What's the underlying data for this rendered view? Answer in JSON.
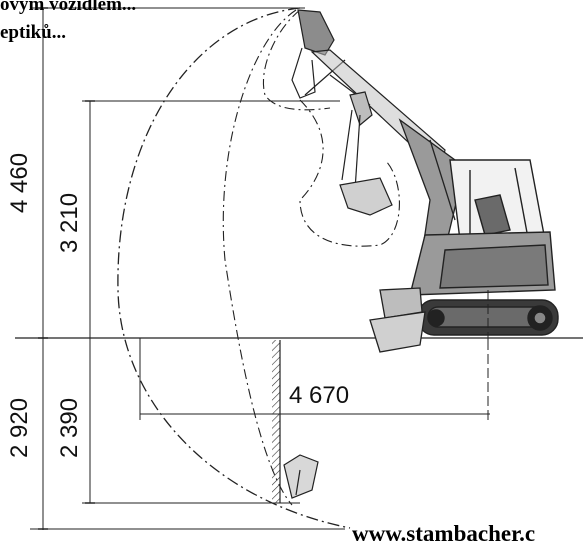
{
  "header": {
    "line1": "ovým vozidlem...",
    "line2": "eptiků..."
  },
  "dimensions": {
    "max_digging_height": "4 460",
    "max_dump_height": "3 210",
    "max_digging_depth": "2 920",
    "max_vertical_wall_depth": "2 390",
    "max_reach_ground": "4 670"
  },
  "footer": {
    "website": "www.stambacher.c"
  },
  "colors": {
    "line": "#111111",
    "machine_body": "#9a9a9a",
    "machine_dark": "#3a3a3a",
    "background": "#ffffff"
  }
}
